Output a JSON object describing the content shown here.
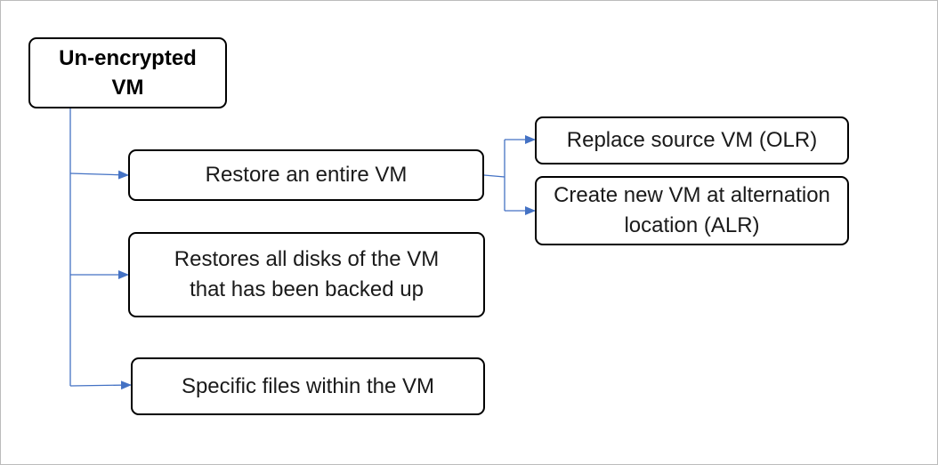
{
  "diagram": {
    "root": {
      "label": "Un-encrypted VM"
    },
    "options": [
      {
        "id": "entire-vm",
        "label": "Restore an entire VM"
      },
      {
        "id": "all-disks",
        "label": "Restores all disks of the VM that has been backed up"
      },
      {
        "id": "specific-files",
        "label": "Specific files within the VM"
      }
    ],
    "sub_options": [
      {
        "id": "olr",
        "label": "Replace source VM (OLR)"
      },
      {
        "id": "alr",
        "label": "Create new VM at alternation location (ALR)"
      }
    ],
    "edges": [
      {
        "from": "root",
        "to": "entire-vm"
      },
      {
        "from": "root",
        "to": "all-disks"
      },
      {
        "from": "root",
        "to": "specific-files"
      },
      {
        "from": "entire-vm",
        "to": "olr"
      },
      {
        "from": "entire-vm",
        "to": "alr"
      }
    ],
    "colors": {
      "connector": "#4472c4",
      "node_border": "#000000",
      "frame_border": "#bcbcbc"
    }
  }
}
